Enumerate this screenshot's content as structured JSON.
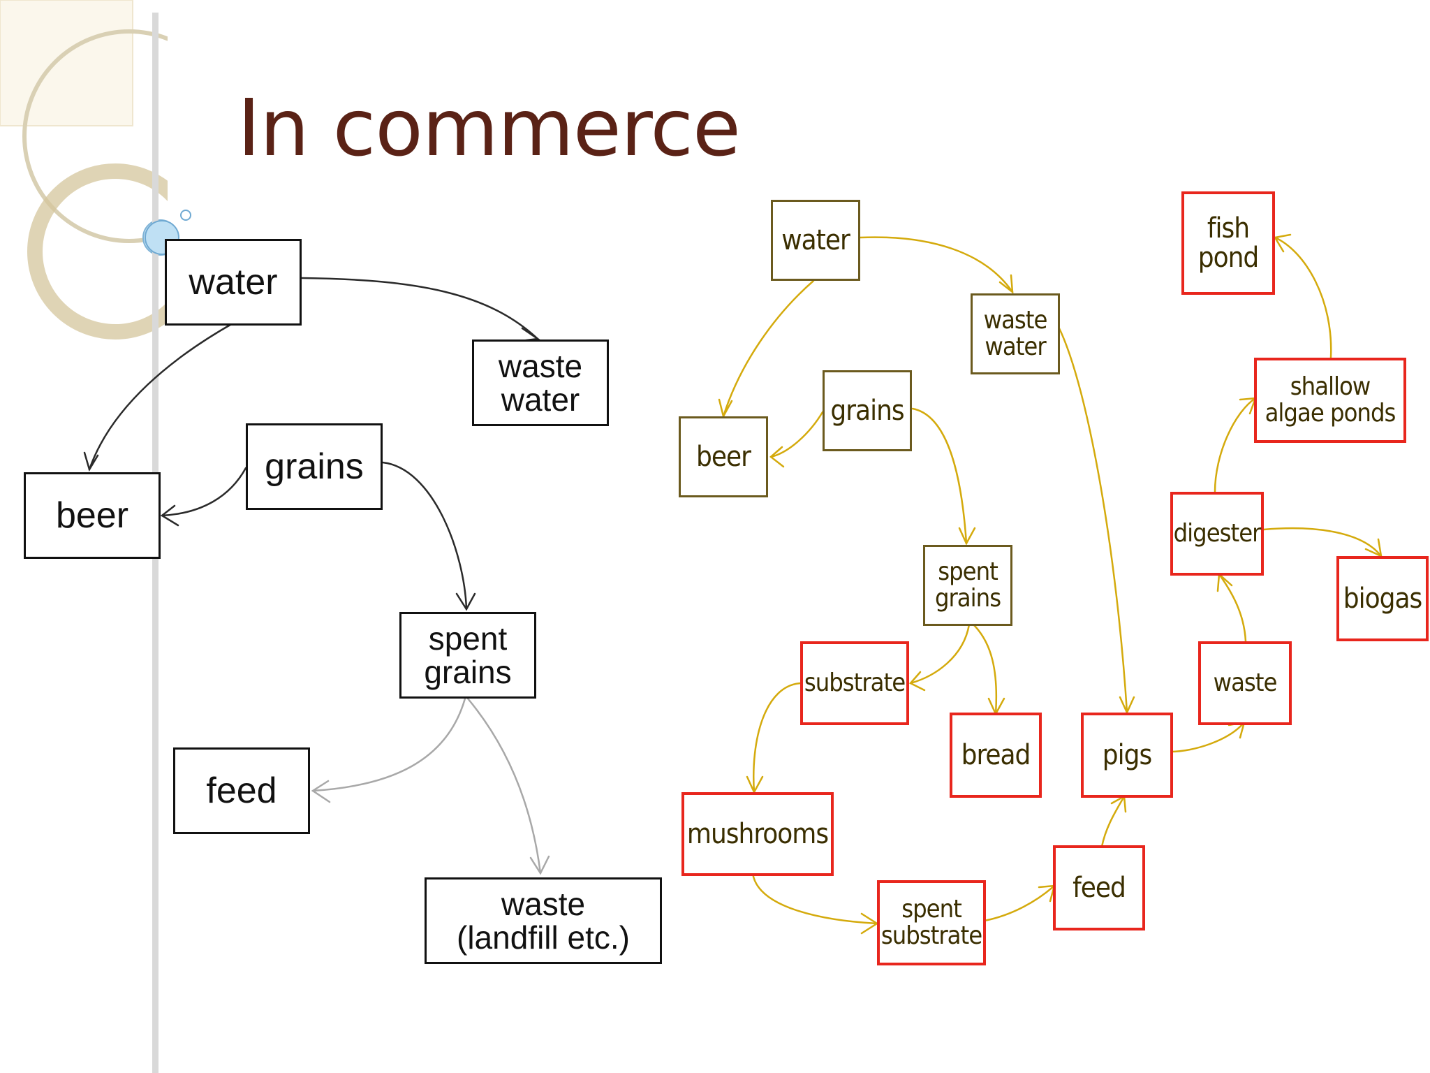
{
  "slide": {
    "title": "In commerce"
  },
  "left_diagram": {
    "nodes": {
      "water": "water",
      "waste_water": "waste\nwater",
      "grains": "grains",
      "beer": "beer",
      "spent_grains": "spent\ngrains",
      "feed": "feed",
      "waste": "waste\n(landfill etc.)"
    },
    "edges": [
      {
        "from": "water",
        "to": "waste water"
      },
      {
        "from": "water",
        "to": "beer"
      },
      {
        "from": "grains",
        "to": "beer"
      },
      {
        "from": "grains",
        "to": "spent grains"
      },
      {
        "from": "spent grains",
        "to": "feed"
      },
      {
        "from": "spent grains",
        "to": "waste (landfill etc.)"
      }
    ]
  },
  "right_diagram": {
    "nodes": {
      "water": "water",
      "waste_water": "waste\nwater",
      "grains": "grains",
      "beer": "beer",
      "spent_grains": "spent\ngrains",
      "substrate": "substrate",
      "bread": "bread",
      "mushrooms": "mushrooms",
      "spent_substrate": "spent\nsubstrate",
      "feed": "feed",
      "pigs": "pigs",
      "waste": "waste",
      "digester": "digester",
      "biogas": "biogas",
      "shallow_algae_ponds": "shallow\nalgae ponds",
      "fish_pond": "fish\npond"
    },
    "edges": [
      {
        "from": "water",
        "to": "waste water"
      },
      {
        "from": "water",
        "to": "beer"
      },
      {
        "from": "grains",
        "to": "beer"
      },
      {
        "from": "grains",
        "to": "spent grains"
      },
      {
        "from": "waste water",
        "to": "pigs"
      },
      {
        "from": "spent grains",
        "to": "substrate"
      },
      {
        "from": "spent grains",
        "to": "bread"
      },
      {
        "from": "substrate",
        "to": "mushrooms"
      },
      {
        "from": "mushrooms",
        "to": "spent substrate"
      },
      {
        "from": "spent substrate",
        "to": "feed"
      },
      {
        "from": "feed",
        "to": "pigs"
      },
      {
        "from": "pigs",
        "to": "waste"
      },
      {
        "from": "waste",
        "to": "digester"
      },
      {
        "from": "digester",
        "to": "biogas"
      },
      {
        "from": "digester",
        "to": "shallow algae ponds"
      },
      {
        "from": "shallow algae ponds",
        "to": "fish pond"
      }
    ],
    "colors": {
      "product_border": "#6b5a1e",
      "reuse_border": "#e8261d",
      "edge": "#d4aa0c"
    }
  },
  "colors": {
    "title": "#5a2216",
    "left_edge": "#2a2a2a",
    "left_edge_light": "#a8a8a8"
  }
}
